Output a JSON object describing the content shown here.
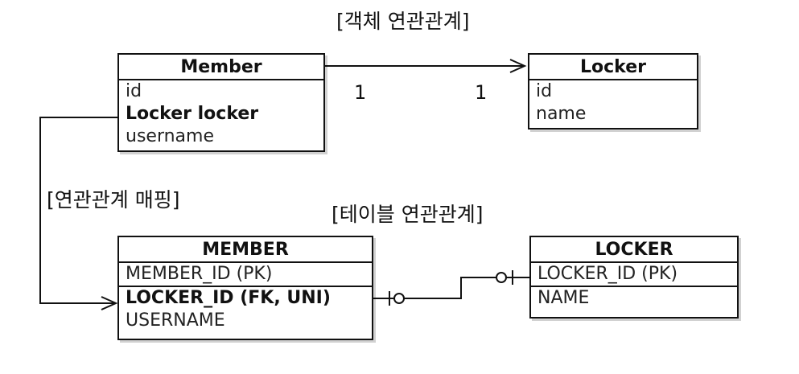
{
  "captions": {
    "object_relation": "[객체 연관관계]",
    "relation_mapping": "[연관관계 매핑]",
    "table_relation": "[테이블 연관관계]"
  },
  "entities": {
    "member": {
      "title": "Member",
      "fields": [
        "id",
        "Locker locker",
        "username"
      ]
    },
    "locker": {
      "title": "Locker",
      "fields": [
        "id",
        "name"
      ]
    }
  },
  "tables": {
    "member": {
      "title": "MEMBER",
      "columns": [
        "MEMBER_ID (PK)",
        "LOCKER_ID (FK, UNI)",
        "USERNAME"
      ]
    },
    "locker": {
      "title": "LOCKER",
      "columns": [
        "LOCKER_ID (PK)",
        "NAME"
      ]
    }
  },
  "cardinality": {
    "left": "1",
    "right": "1"
  },
  "colors": {
    "line": "#111111",
    "background": "#ffffff"
  }
}
